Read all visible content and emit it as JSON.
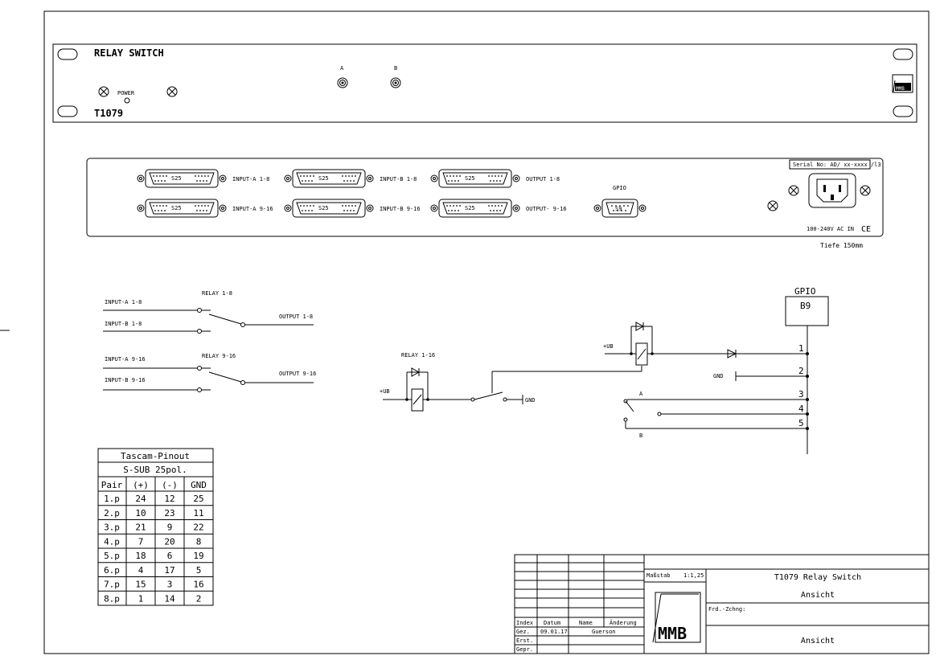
{
  "front_panel": {
    "title": "RELAY SWITCH",
    "model": "T1079",
    "power_label": "POWER",
    "led_a_label": "A",
    "led_b_label": "B",
    "logo_text": "MMB"
  },
  "rear_panel": {
    "connectors": [
      {
        "type": "S25",
        "label": "INPUT-A 1-8"
      },
      {
        "type": "S25",
        "label": "INPUT-B  1-8"
      },
      {
        "type": "S25",
        "label": "OUTPUT 1-8"
      },
      {
        "type": "S25",
        "label": "INPUT-A 9-16"
      },
      {
        "type": "S25",
        "label": "INPUT-B  9-16"
      },
      {
        "type": "S25",
        "label": "OUTPUT-  9-16"
      }
    ],
    "gpio_label": "GPIO",
    "gpio_type": "S9",
    "serial_label": "Serial No: AD/ xx-xxxx /l3",
    "power_in_label": "100-240V AC IN",
    "ce_mark": "CE"
  },
  "depth_note": "Tiefe 150mm",
  "schematic_left": {
    "relay1_label": "RELAY 1-8",
    "input_a1": "INPUT-A 1-8",
    "input_b1": "INPUT-B  1-8",
    "output1": "OUTPUT 1-8",
    "relay2_label": "RELAY 9-16",
    "input_a2": "INPUT-A 9-16",
    "input_b2": "INPUT-B  9-16",
    "output2": "OUTPUT 9-16"
  },
  "schematic_mid": {
    "relay_label": "RELAY 1-16",
    "ub_label": "+UB",
    "gnd_label": "GND"
  },
  "schematic_right": {
    "gpio_title": "GPIO",
    "gpio_box": "B9",
    "ub_label": "+UB",
    "gnd_label": "GND",
    "a_label": "A",
    "b_label": "B",
    "pins": [
      "1",
      "2",
      "3",
      "4",
      "5"
    ]
  },
  "pinout_table": {
    "title_line1": "Tascam-Pinout",
    "title_line2": "S-SUB 25pol.",
    "headers": [
      "Pair",
      "(+)",
      "(-)",
      "GND"
    ],
    "rows": [
      [
        "1.p",
        "24",
        "12",
        "25"
      ],
      [
        "2.p",
        "10",
        "23",
        "11"
      ],
      [
        "3.p",
        "21",
        "9",
        "22"
      ],
      [
        "4.p",
        "7",
        "20",
        "8"
      ],
      [
        "5.p",
        "18",
        "6",
        "19"
      ],
      [
        "6.p",
        "4",
        "17",
        "5"
      ],
      [
        "7.p",
        "15",
        "3",
        "16"
      ],
      [
        "8.p",
        "1",
        "14",
        "2"
      ]
    ]
  },
  "title_block": {
    "hdr_index": "Index",
    "hdr_datum": "Datum",
    "hdr_name": "Name",
    "hdr_aenderung": "Änderung",
    "gez": "Gez.",
    "gez_date": "09.01.17",
    "gez_name": "Guerson",
    "erst": "Erst.",
    "gepr": "Gepr.",
    "scale_label": "Maßstab",
    "scale_value": "1:1,25",
    "drawing_title": "T1079 Relay Switch",
    "view_label": "Ansicht",
    "frd_label": "Frd.-Zchng:",
    "bottom_view_label": "Ansicht",
    "logo_text": "MMB"
  }
}
